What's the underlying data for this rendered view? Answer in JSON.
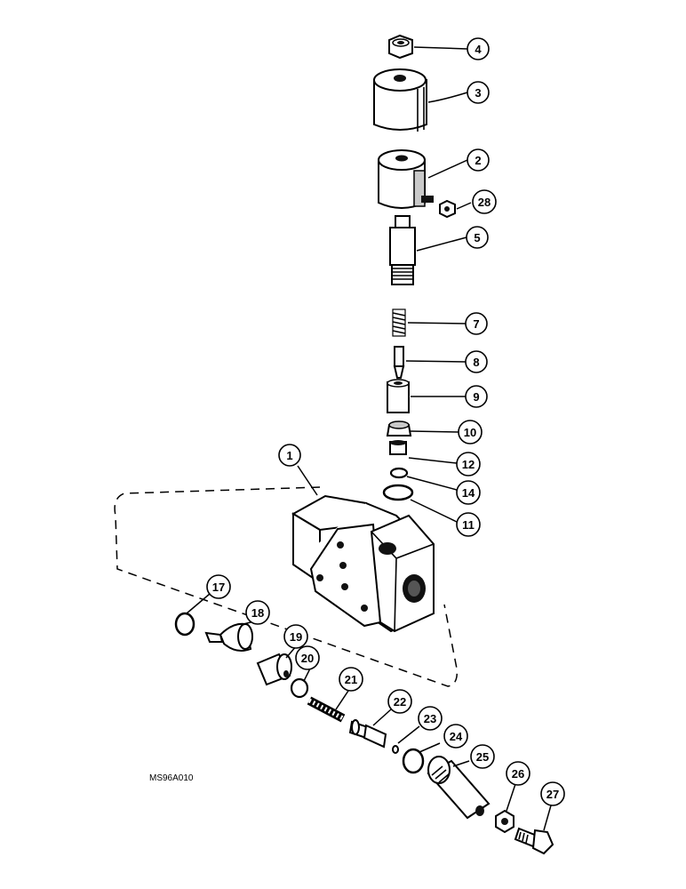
{
  "drawing_code": "MS96A010",
  "callouts": {
    "c1": "1",
    "c2": "2",
    "c3": "3",
    "c4": "4",
    "c5": "5",
    "c7": "7",
    "c8": "8",
    "c9": "9",
    "c10": "10",
    "c11": "11",
    "c12": "12",
    "c14": "14",
    "c17": "17",
    "c18": "18",
    "c19": "19",
    "c20": "20",
    "c21": "21",
    "c22": "22",
    "c23": "23",
    "c24": "24",
    "c25": "25",
    "c26": "26",
    "c27": "27",
    "c28": "28"
  }
}
